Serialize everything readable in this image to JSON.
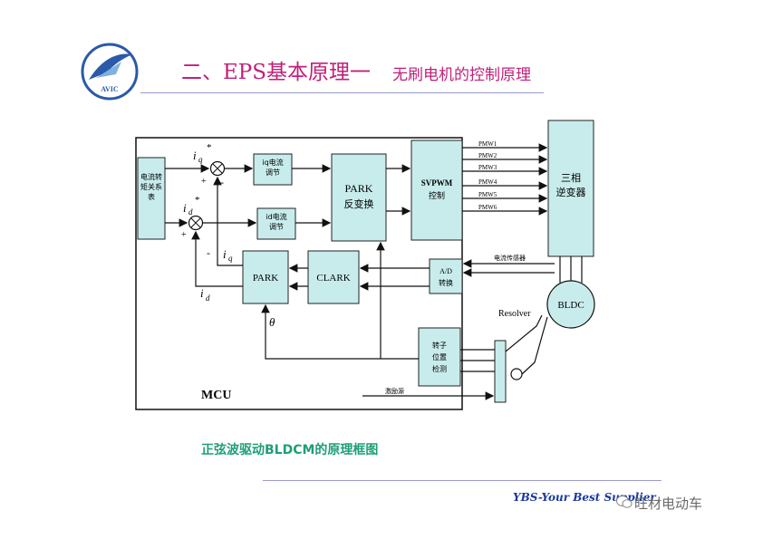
{
  "header": {
    "logo_text": "AVIC",
    "title_main": "二、EPS基本原理一",
    "title_sub": "无刷电机的控制原理"
  },
  "diagram": {
    "current_relation_block": "电流转矩关系表",
    "iq_regulator": "iq电流调节",
    "id_regulator": "id电流调节",
    "park_inverse_line1": "PARK",
    "park_inverse_line2": "反变换",
    "svpwm_line1": "SVPWM",
    "svpwm_line2": "控制",
    "pmw_labels": [
      "PMW1",
      "PMW2",
      "PMW3",
      "PMW4",
      "PMW5",
      "PMW6"
    ],
    "inverter_line1": "三相",
    "inverter_line2": "逆变器",
    "park": "PARK",
    "clark": "CLARK",
    "ad_line1": "A/D",
    "ad_line2": "转换",
    "current_sensor": "电流传感器",
    "rotor_line1": "转子",
    "rotor_line2": "位置",
    "rotor_line3": "检测",
    "excitation": "激励源",
    "resolver": "Resolver",
    "bldc": "BLDC",
    "mcu": "MCU",
    "theta": "θ",
    "iq_ref": "i",
    "iq_ref_sub": "q",
    "id_ref": "i",
    "id_ref_sub": "d",
    "iq_fb": "i",
    "iq_fb_sub": "q",
    "id_fb": "i",
    "id_fb_sub": "d",
    "sign_star": "*",
    "sign_plus": "+",
    "sign_minus": "-"
  },
  "caption": "正弦波驱动BLDCM的原理框图",
  "footer": {
    "tagline": "YBS-Your Best Supplier",
    "watermark": "旺材电动车"
  }
}
